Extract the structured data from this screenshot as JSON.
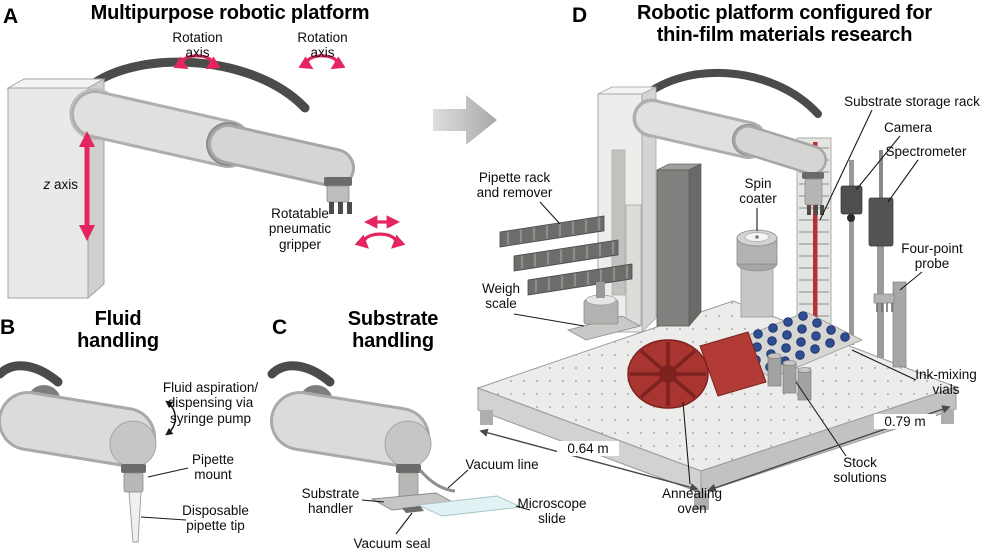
{
  "colors": {
    "accent_pink": "#e5255f",
    "annealing_red": "#a93531",
    "microscope_slide_blue": "#e2f1f3",
    "robot_gray": "#d9d9d7"
  },
  "panel_a": {
    "letter": "A",
    "title": "Multipurpose robotic platform",
    "labels": {
      "rotation_axis_left": "Rotation\naxis",
      "rotation_axis_right": "Rotation\naxis",
      "z_axis_variable": "z",
      "z_axis_rest": "axis",
      "gripper": "Rotatable\npneumatic\ngripper"
    }
  },
  "panel_b": {
    "letter": "B",
    "title": "Fluid\nhandling",
    "labels": {
      "aspiration": "Fluid aspiration/\ndispensing via\nsyringe pump",
      "pipette_mount": "Pipette\nmount",
      "pipette_tip": "Disposable\npipette tip"
    }
  },
  "panel_c": {
    "letter": "C",
    "title": "Substrate\nhandling",
    "labels": {
      "vacuum_line": "Vacuum line",
      "substrate_handler": "Substrate\nhandler",
      "microscope_slide": "Microscope\nslide",
      "vacuum_seal": "Vacuum seal"
    }
  },
  "panel_d": {
    "letter": "D",
    "title": "Robotic platform configured for\nthin-film materials research",
    "labels": {
      "pipette_rack": "Pipette rack\nand remover",
      "spin_coater": "Spin\ncoater",
      "substrate_storage_rack": "Substrate storage rack",
      "camera": "Camera",
      "spectrometer": "Spectrometer",
      "four_point_probe": "Four-point\nprobe",
      "weigh_scale": "Weigh\nscale",
      "ink_mixing_vials": "Ink-mixing\nvials",
      "stock_solutions": "Stock\nsolutions",
      "annealing_oven": "Annealing\noven",
      "dimension_front_left": "0.64 m",
      "dimension_front_right": "0.79 m"
    }
  }
}
